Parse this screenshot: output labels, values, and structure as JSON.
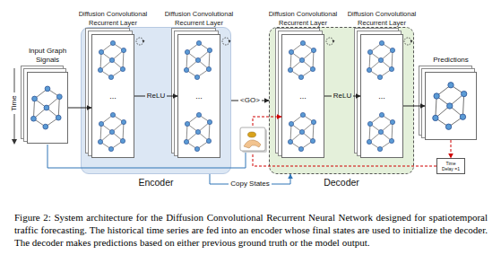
{
  "diagram": {
    "caption": "Figure 2: System architecture for the Diffusion Convolutional Recurrent Neural Network designed for spatiotemporal traffic forecasting. The historical time series are fed into an encoder whose final states are used to initialize the decoder. The decoder makes predictions based on either previous ground truth or the model output.",
    "nodes": [
      {
        "text": [
          "Input Graph Signals"
        ]
      },
      {
        "text": [
          "Encoder"
        ]
      },
      {
        "text": [
          "Diffusion Convolutional Recurrent Layer",
          "..."
        ],
        "in": 1
      },
      {
        "text": [
          "Diffusion Convolutional Recurrent Layer",
          "..."
        ],
        "in": 1
      },
      {
        "text": [
          "Decoder"
        ]
      },
      {
        "text": [
          "Diffusion Convolutional Recurrent Layer",
          "..."
        ],
        "in": 4
      },
      {
        "text": [
          "Diffusion Convolutional Recurrent Layer",
          "..."
        ],
        "in": 4
      },
      {
        "text": [
          "Predictions"
        ]
      },
      {
        "text": [
          "Time Delay =1"
        ]
      }
    ],
    "edges": [
      {
        "from": 0,
        "to": 2,
        "arrow": "to"
      },
      {
        "from": 2,
        "to": 3,
        "label": "ReLU",
        "arrow": "to"
      },
      {
        "from": 1,
        "to": 4,
        "label": "<GO>",
        "arrow": "to"
      },
      {
        "from": 1,
        "to": 4,
        "label": "Copy States",
        "arrow": "to"
      },
      {
        "from": 5,
        "to": 6,
        "label": "ReLU",
        "arrow": "to"
      },
      {
        "from": 6,
        "to": 7,
        "arrow": "to"
      },
      {
        "from": 7,
        "to": 8,
        "arrow": "to"
      },
      {
        "from": 8,
        "to": 5,
        "arrow": "to"
      }
    ],
    "labels": [
      "Time"
    ]
  }
}
